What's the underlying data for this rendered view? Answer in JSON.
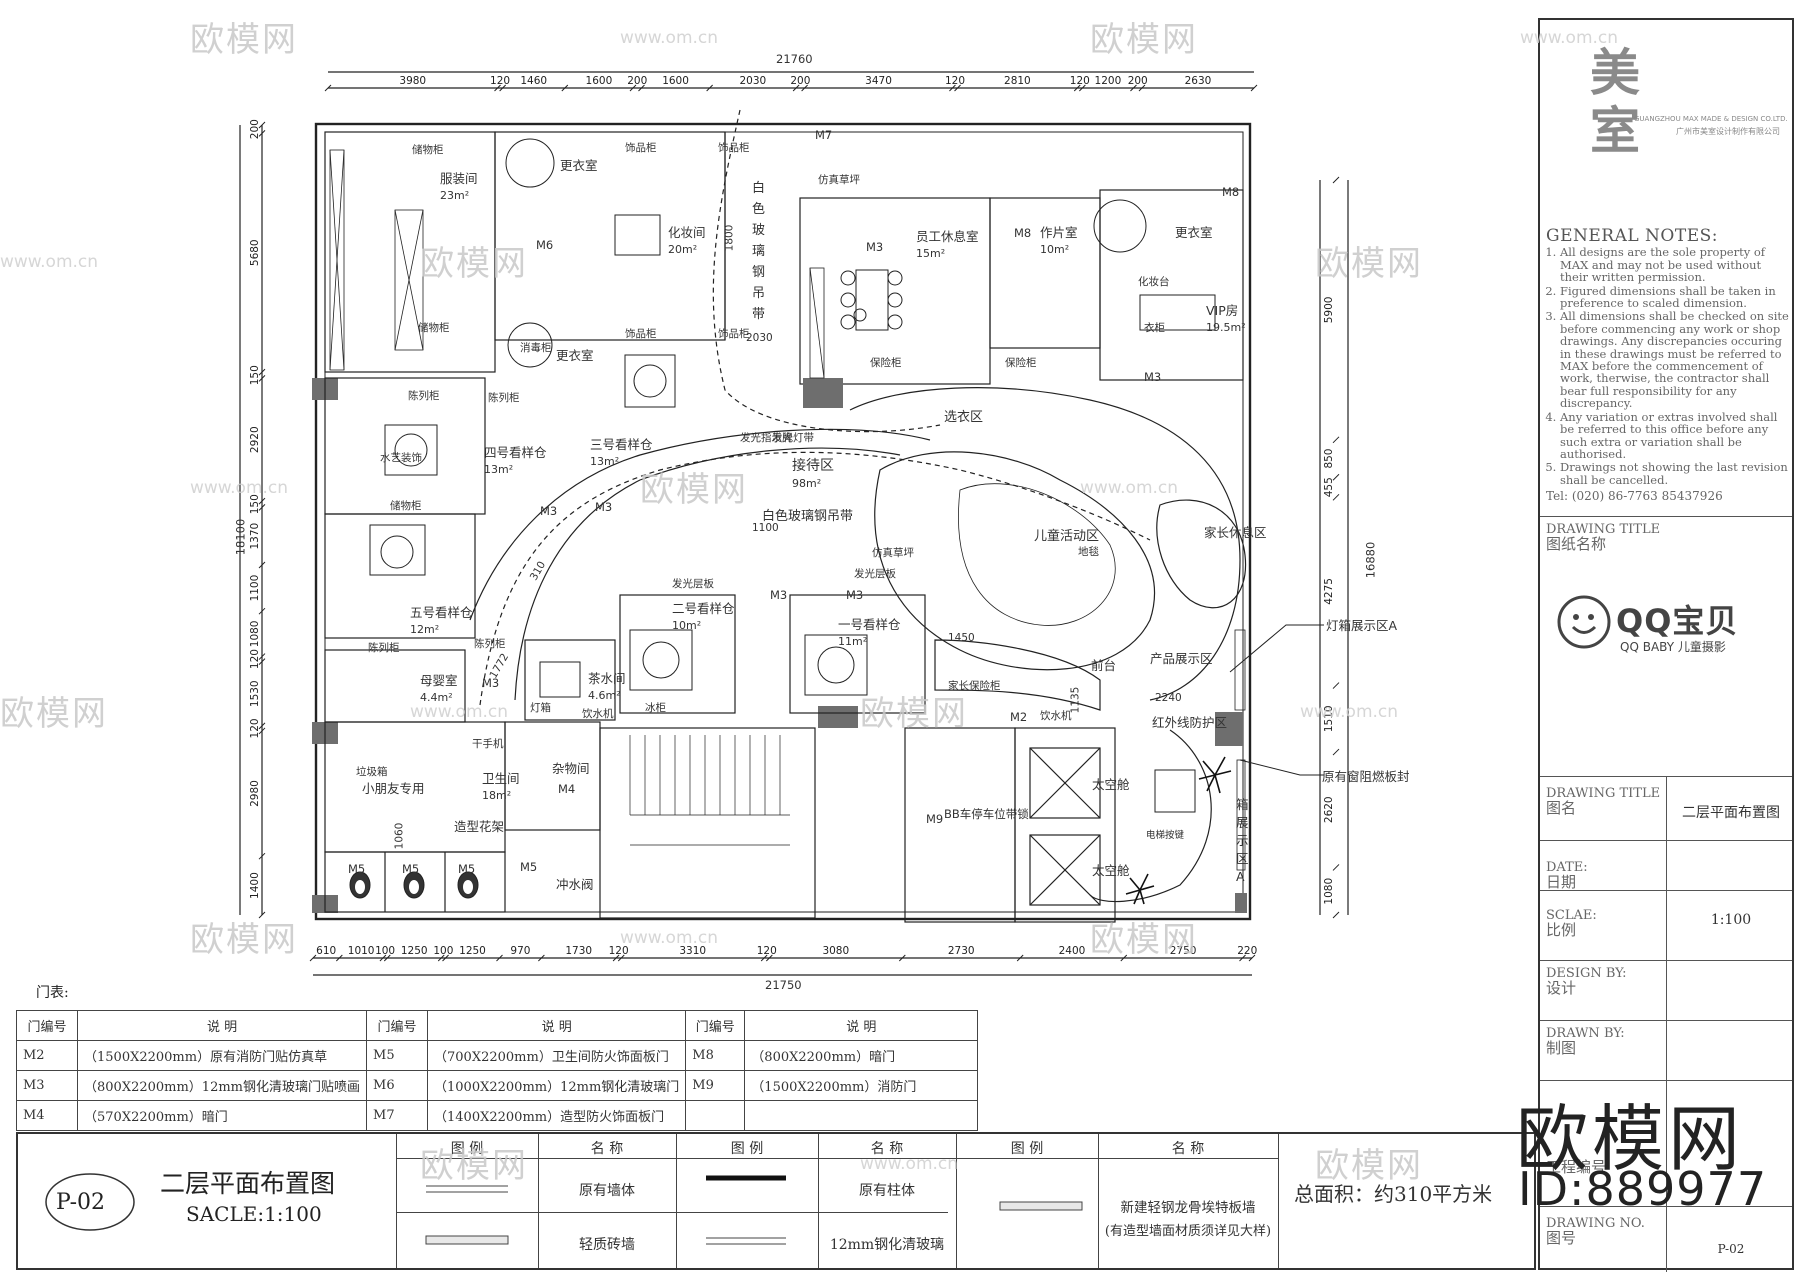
{
  "watermark": {
    "brand": "欧模网",
    "url": "www.om.cn",
    "id": "ID:889977"
  },
  "title_block": {
    "logo_chars": [
      "美",
      "室"
    ],
    "company_en": "GUANGZHOU MAX MADE & DESIGN CO.LTD.",
    "company_cn": "广州市美室设计制作有限公司",
    "notes_title": "GENERAL NOTES:",
    "notes": [
      "All designs are the sole property of MAX and may not be used without their written permission.",
      "Figured dimensions shall be taken in preference to scaled dimension.",
      "All dimensions shall be checked on site before commencing any work or shop drawings. Any discrepancies occuring in these drawings must be referred to MAX before the commencement of work, therwise, the contractor shall bear full responsibility for any discrepancy.",
      "Any variation or extras involved shall be referred to this office before any such extra or variation shall be authorised.",
      "Drawings not showing the last revision shall be cancelled."
    ],
    "tel": "Tel: (020) 86-7763 85437926",
    "drawing_title_en": "DRAWING TITLE",
    "drawing_title_cn": "图纸名称",
    "client_logo_text": "QQ宝贝",
    "client_logo_sub": "QQ BABY 儿童摄影",
    "rows": [
      {
        "en": "DRAWING TITLE",
        "cn": "图名",
        "value": "二层平面布置图"
      },
      {
        "en": "DATE:",
        "cn": "日期",
        "value": ""
      },
      {
        "en": "SCLAE:",
        "cn": "比例",
        "value": "1:100"
      },
      {
        "en": "DESIGN BY:",
        "cn": "设计",
        "value": ""
      },
      {
        "en": "DRAWN BY:",
        "cn": "制图",
        "value": ""
      },
      {
        "en": "",
        "cn": "工程编号",
        "value": ""
      },
      {
        "en": "DRAWING NO.",
        "cn": "图号",
        "value": "P-02"
      }
    ]
  },
  "plan": {
    "overall_top": "21760",
    "overall_bottom": "21750",
    "overall_left": "18100",
    "overall_right": "16880",
    "dims_top": [
      "3980",
      "120",
      "1460",
      "1600",
      "200",
      "1600",
      "2030",
      "200",
      "3470",
      "120",
      "2810",
      "120",
      "1200",
      "200",
      "2630"
    ],
    "dims_bottom": [
      "610",
      "1010",
      "100",
      "1250",
      "100",
      "1250",
      "970",
      "1730",
      "120",
      "3310",
      "120",
      "3080",
      "2730",
      "2400",
      "2750",
      "220"
    ],
    "dims_left": [
      "200",
      "5680",
      "150",
      "2920",
      "150",
      "1370",
      "1100",
      "1080",
      "120",
      "1530",
      "120",
      "2980",
      "1400"
    ],
    "dims_right": [
      "5900",
      "850",
      "455",
      "4275",
      "1510",
      "2620",
      "1080"
    ],
    "inner_dims": [
      "1800",
      "2030",
      "1100",
      "1450",
      "2240",
      "1135",
      "1060",
      "310",
      "1772"
    ],
    "rooms": [
      {
        "name": "服装间",
        "area": "23m²"
      },
      {
        "name": "更衣室",
        "area": ""
      },
      {
        "name": "化妆间",
        "area": "20m²"
      },
      {
        "name": "白色玻璃钢吊带",
        "area": ""
      },
      {
        "name": "员工休息室",
        "area": "15m²"
      },
      {
        "name": "作片室",
        "area": "10m²"
      },
      {
        "name": "更衣室",
        "area": ""
      },
      {
        "name": "VIP房",
        "area": "19.5m²"
      },
      {
        "name": "更衣室",
        "area": ""
      },
      {
        "name": "三号看样仓",
        "area": "13m²"
      },
      {
        "name": "四号看样仓",
        "area": "13m²"
      },
      {
        "name": "接待区",
        "area": "98m²"
      },
      {
        "name": "选衣区",
        "area": ""
      },
      {
        "name": "白色玻璃钢吊带",
        "area": ""
      },
      {
        "name": "儿童活动区",
        "area": ""
      },
      {
        "name": "家长休息区",
        "area": ""
      },
      {
        "name": "五号看样仓",
        "area": "12m²"
      },
      {
        "name": "二号看样仓",
        "area": "10m²"
      },
      {
        "name": "一号看样仓",
        "area": "11m²"
      },
      {
        "name": "茶水间",
        "area": "4.6m²"
      },
      {
        "name": "母婴室",
        "area": "4.4m²"
      },
      {
        "name": "前台",
        "area": ""
      },
      {
        "name": "产品展示区",
        "area": ""
      },
      {
        "name": "红外线防护区",
        "area": ""
      },
      {
        "name": "小朋友专用",
        "area": ""
      },
      {
        "name": "卫生间",
        "area": "18m²"
      },
      {
        "name": "杂物间",
        "area": ""
      },
      {
        "name": "造型花架",
        "area": ""
      },
      {
        "name": "冲水阀",
        "area": ""
      },
      {
        "name": "BB车停车位带锁",
        "area": ""
      },
      {
        "name": "太空舱",
        "area": ""
      },
      {
        "name": "太空舱",
        "area": ""
      },
      {
        "name": "电梯按键",
        "area": ""
      }
    ],
    "small_labels": [
      "储物柜",
      "储物柜",
      "饰品柜",
      "饰品柜",
      "饰品柜",
      "饰品柜",
      "消毒柜",
      "陈列柜",
      "陈列柜",
      "陈列柜",
      "陈列柜",
      "水艺装饰",
      "储物柜",
      "衣柜",
      "保险柜",
      "保险柜",
      "仿真草坪",
      "发光灯带",
      "发光层板",
      "发光层板",
      "饮水机",
      "饮水机",
      "灯箱",
      "冰柜",
      "家长保险柜",
      "化妆台",
      "垃圾箱",
      "干手机",
      "地毯",
      "仿真草坪",
      "发光指示牌"
    ],
    "doors": [
      "M2",
      "M3",
      "M3",
      "M3",
      "M3",
      "M3",
      "M3",
      "M3",
      "M4",
      "M5",
      "M5",
      "M5",
      "M5",
      "M6",
      "M7",
      "M8",
      "M8",
      "M9"
    ],
    "callouts": [
      "灯箱展示区A",
      "原有窗阻燃板封",
      "箱展示区A"
    ]
  },
  "door_table": {
    "title": "门表:",
    "headers": [
      "门编号",
      "说 明",
      "门编号",
      "说 明",
      "门编号",
      "说 明"
    ],
    "rows": [
      [
        "M2",
        "（1500X2200mm）原有消防门贴仿真草",
        "M5",
        "（700X2200mm）卫生间防火饰面板门",
        "M8",
        "（800X2200mm）暗门"
      ],
      [
        "M3",
        "（800X2200mm）12mm钢化清玻璃门贴喷画",
        "M6",
        "（1000X2200mm）12mm钢化清玻璃门",
        "M9",
        "（1500X2200mm）消防门"
      ],
      [
        "M4",
        "（570X2200mm）暗门",
        "M7",
        "（1400X2200mm）造型防火饰面板门",
        "",
        ""
      ]
    ]
  },
  "legend": {
    "sheet_no": "P-02",
    "title": "二层平面布置图",
    "scale": "SACLE:1:100",
    "col_headers": [
      "图 例",
      "名 称",
      "图 例",
      "名 称",
      "图 例",
      "名 称"
    ],
    "items": [
      {
        "name": "原有墙体",
        "style": "double"
      },
      {
        "name": "轻质砖墙",
        "style": "hatch"
      },
      {
        "name": "原有柱体",
        "style": "bold"
      },
      {
        "name": "12mm钢化清玻璃",
        "style": "double"
      },
      {
        "name": "新建轻钢龙骨埃特板墙",
        "name2": "(有造型墙面材质须详见大样)",
        "style": "hatch"
      }
    ],
    "total_area": "总面积：约310平方米"
  },
  "colors": {
    "line": "#222222",
    "column": "#6e6e6e",
    "watermark": "#c8c8c8",
    "frame": "#333333"
  }
}
